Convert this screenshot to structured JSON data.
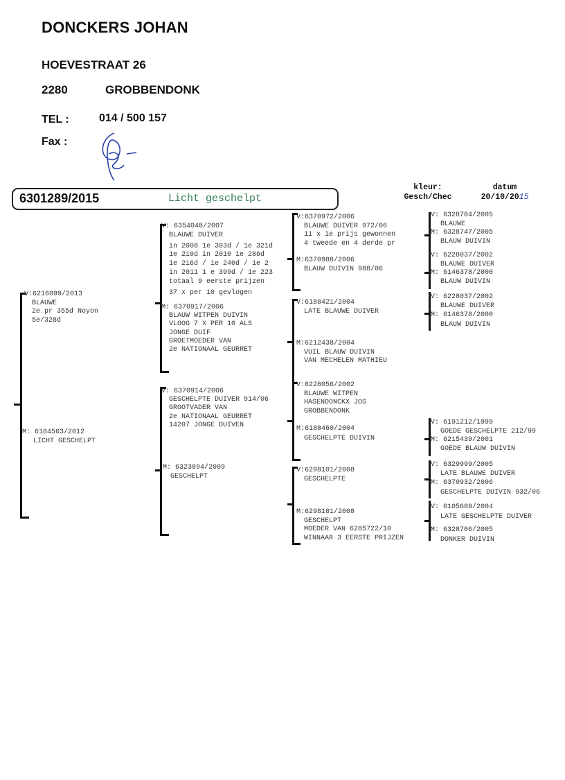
{
  "owner": {
    "name": "DONCKERS JOHAN",
    "street": "HOEVESTRAAT 26",
    "postcode": "2280",
    "city": "GROBBENDONK",
    "tel_label": "TEL :",
    "tel": "014 / 500 157",
    "fax_label": "Fax :"
  },
  "subject": {
    "ring": "6301289/2015",
    "color_name": "Licht geschelpt",
    "kleur_label": "kleur:",
    "kleur": "Gesch/Chec",
    "datum_label": "datum",
    "datum": "20/10/20",
    "datum_handwritten": "15"
  },
  "pedigree": {
    "father": {
      "ring": "V:6216099/2013",
      "lines": [
        "BLAUWE",
        "2e pr 355d Noyon",
        "5e/328d"
      ]
    },
    "mother": {
      "ring": "M: 6184563/2012",
      "lines": [
        "LICHT GESCHELPT"
      ]
    },
    "ff": {
      "ring": "V: 6354048/2007",
      "lines": [
        "BLAUWE DUIVER",
        "in 2008 1e 303d / 1e 321d",
        "1e 210d  in 2010  1e 286d",
        "1e 216d  / 1e 240d / 1e 2",
        "in 2011 1 e 399d / 1e 223",
        "totaal  9 eerste prijzen",
        "37 x per 10 gevlogen"
      ]
    },
    "fm": {
      "ring": "M: 6370917/2006",
      "lines": [
        "BLAUW WITPEN DUIVIN",
        "VLOOG 7 X  PER 10 ALS",
        "JONGE DUIF",
        "GROETMOEDER VAN",
        "2e NATIONAAL GEURRET"
      ]
    },
    "mf": {
      "ring": "V: 6370914/2006",
      "lines": [
        "GESCHELPTE DUIVER 914/06",
        "GROOTVADER VAN",
        "2e NATIONAAL GEURRET",
        "14207 JONGE DUIVEN"
      ]
    },
    "mm": {
      "ring": "M: 6323894/2009",
      "lines": [
        "GESCHELPT"
      ]
    },
    "fff": {
      "ring": "V:6370972/2006",
      "lines": [
        "BLAUWE DUIVER 972/06",
        "11 x   1e prijs gewonnen",
        "4 tweede en 4 derde pr"
      ]
    },
    "ffm": {
      "ring": "M:6370988/2006",
      "lines": [
        "BLAUW DUIVIN 988/06"
      ]
    },
    "fmf": {
      "ring": "V:6188421/2004",
      "lines": [
        "LATE BLAUWE DUIVER"
      ]
    },
    "fmm": {
      "ring": "M:6212438/2004",
      "lines": [
        "VUIL BLAUW DUIVIN",
        "VAN MECHELEN MATHIEU"
      ]
    },
    "mff": {
      "ring": "V:6228056/2002",
      "lines": [
        "BLAUWE WITPEN",
        "HASENDONCKX JOS",
        "GROBBENDONK"
      ]
    },
    "mfm": {
      "ring": "M:6188460/2004",
      "lines": [
        "GESCHELPTE DUIVIN"
      ]
    },
    "mmf": {
      "ring": "V:6298101/2008",
      "lines": [
        "GESCHELPTE"
      ]
    },
    "mmm": {
      "ring": "M:6298181/2008",
      "lines": [
        "GESCHELPT",
        "MOEDER VAN 6285722/10",
        "WINNAAR 3 EERSTE PRIJZEN"
      ]
    },
    "g4": [
      {
        "ring": "V: 6328704/2005",
        "line": "BLAUWE"
      },
      {
        "ring": "M: 6328747/2005",
        "line": "BLAUW DUIVIN"
      },
      {
        "ring": "V: 6228037/2002",
        "line": "BLAUWE DUIVER"
      },
      {
        "ring": "M: 6146378/2000",
        "line": "BLAUW DUIVIN"
      },
      {
        "ring": "V: 6228037/2002",
        "line": "BLAUWE DUIVER"
      },
      {
        "ring": "M: 6146378/2000",
        "line": "BLAUW DUIVIN"
      },
      {
        "ring": "V: 6191212/1999",
        "line": "GOEDE GESCHELPTE 212/99"
      },
      {
        "ring": "M: 6215439/2001",
        "line": "GOEDE BLAUW DUIVIN"
      },
      {
        "ring": "V: 6329999/2005",
        "line": "LATE BLAUWE DUIVER"
      },
      {
        "ring": "M: 6370932/2006",
        "line": "GESCHELPTE DUIVIN 932/06"
      },
      {
        "ring": "V: 6105689/2004",
        "line": "LATE GESCHELPTE DUIVER"
      },
      {
        "ring": "M: 6328706/2005",
        "line": "DONKER DUIVIN"
      }
    ]
  }
}
